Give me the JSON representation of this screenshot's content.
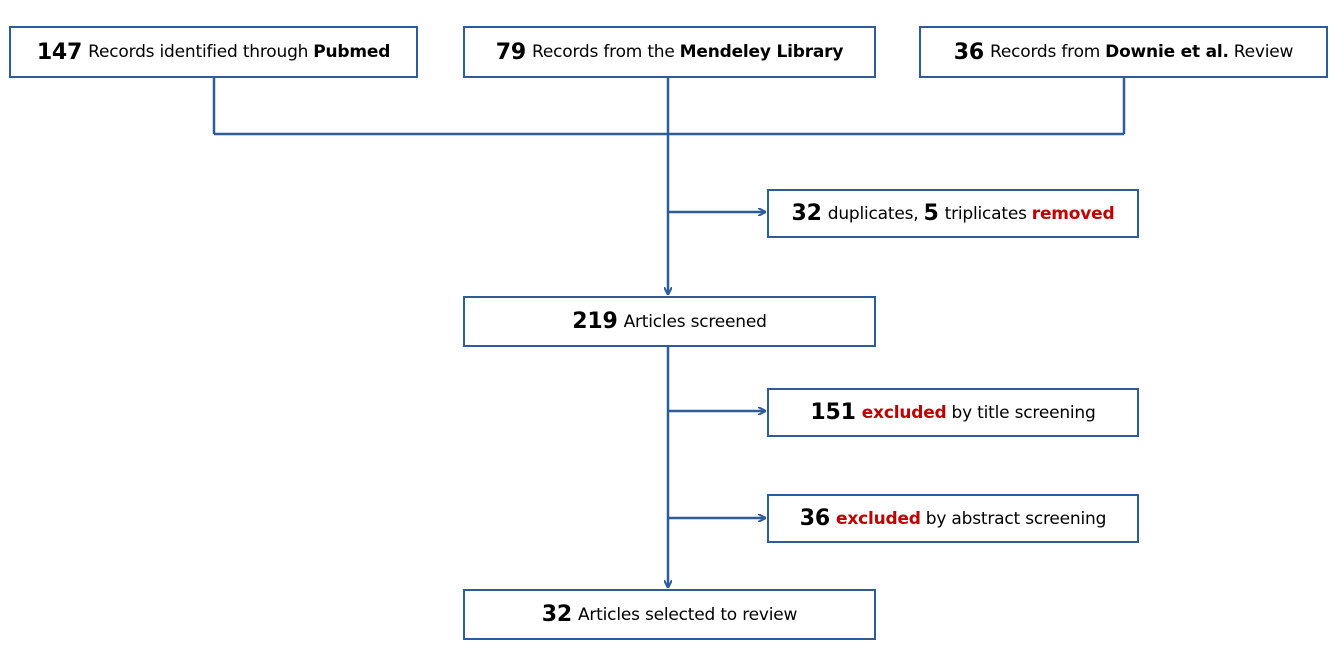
{
  "colors": {
    "line": "#2e5c9a",
    "accent": "#c00000"
  },
  "sources": [
    {
      "count": "147",
      "text": "Records identified through",
      "bold": "Pubmed",
      "suffix": ""
    },
    {
      "count": "79",
      "text": "Records from the",
      "bold": "Mendeley Library",
      "suffix": ""
    },
    {
      "count": "36",
      "text": "Records from",
      "bold": "Downie et al.",
      "suffix": "Review"
    }
  ],
  "dedup": {
    "count1": "32",
    "text1": "duplicates,",
    "count2": "5",
    "text2": "triplicates",
    "action": "removed"
  },
  "screened": {
    "count": "219",
    "text": "Articles screened"
  },
  "title_exclusion": {
    "count": "151",
    "action": "excluded",
    "text": "by title screening"
  },
  "abstract_exclusion": {
    "count": "36",
    "action": "excluded",
    "text": "by abstract screening"
  },
  "selected": {
    "count": "32",
    "text": "Articles selected to review"
  }
}
